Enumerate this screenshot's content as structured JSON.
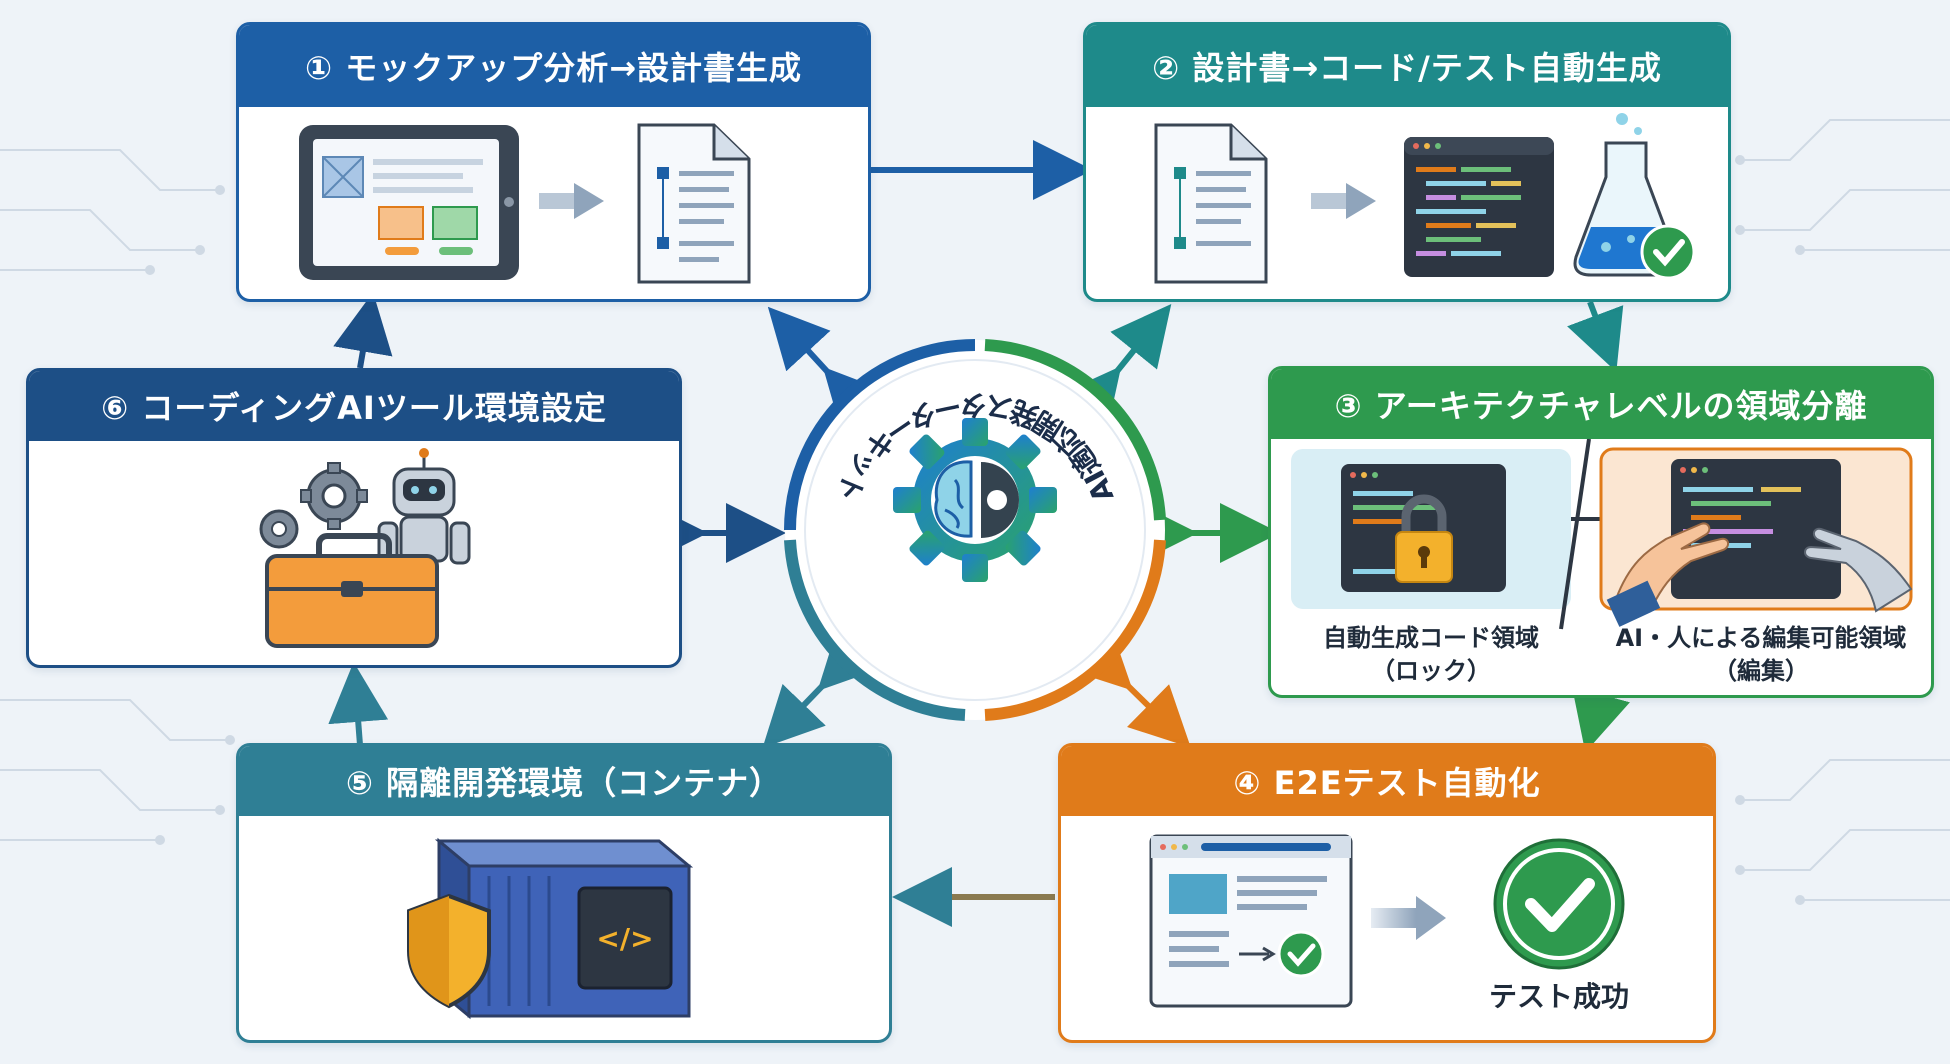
{
  "center": {
    "title": "AI適応開発スターターキット"
  },
  "cards": [
    {
      "title": "① モックアップ分析→設計書生成",
      "color": "#1d5fa6"
    },
    {
      "title": "② 設計書→コード/テスト自動生成",
      "color": "#1e8a8a"
    },
    {
      "title": "③ アーキテクチャレベルの領域分離",
      "color": "#2e9a4e",
      "locked_label": "自動生成コード領域",
      "locked_sub": "（ロック）",
      "edit_label": "AI・人による編集可能領域",
      "edit_sub": "（編集）"
    },
    {
      "title": "④ E2Eテスト自動化",
      "color": "#e07b1a",
      "result_label": "テスト成功"
    },
    {
      "title": "⑤ 隔離開発環境（コンテナ）",
      "color": "#2f7f95"
    },
    {
      "title": "⑥ コーディングAIツール環境設定",
      "color": "#1d4f86"
    }
  ],
  "icons": {
    "c1": [
      "tablet-mockup-icon",
      "document-icon"
    ],
    "c2": [
      "document-icon",
      "code-editor-icon",
      "flask-check-icon"
    ],
    "c3": [
      "lock-icon",
      "hand-editing-icon"
    ],
    "c4": [
      "browser-test-icon",
      "check-circle-icon"
    ],
    "c5": [
      "shield-icon",
      "container-icon"
    ],
    "c6": [
      "gear-icon",
      "robot-icon",
      "toolbox-icon"
    ],
    "center": [
      "brain-gear-icon"
    ]
  }
}
